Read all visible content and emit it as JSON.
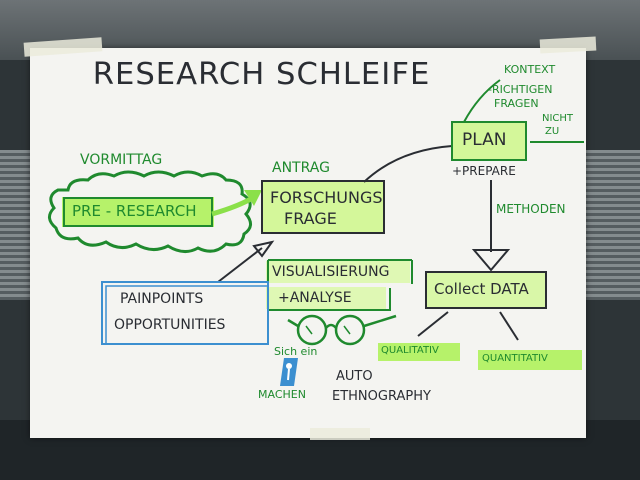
{
  "title": "RESEARCH SCHLEIFE",
  "nodes": {
    "vormittag": "VORMITTAG",
    "pre_research": "PRE - RESEARCH",
    "antrag": "ANTRAG",
    "forschungsfrage_line1": "FORSCHUNGS",
    "forschungsfrage_line2": "FRAGE",
    "kontext": "KONTEXT",
    "richtigen_line1": "-RICHTIGEN",
    "richtigen_line2": "FRAGEN",
    "nicht_line1": "NICHT",
    "nicht_line2": "ZU",
    "plan": "PLAN",
    "prepare": "+PREPARE",
    "methoden": "METHODEN",
    "collect_data": "Collect DATA",
    "qualitativ": "QUALITATIV",
    "quantitativ": "QUANTITATIV",
    "visualisierung": "VISUALISIERUNG",
    "analyse": "+ANALYSE",
    "painpoints": "PAINPOINTS",
    "opportunities": "OPPORTUNITIES",
    "sich_ein": "Sich ein",
    "machen": "MACHEN",
    "auto": "AUTO",
    "ethnography": "ETHNOGRAPHY"
  },
  "colors": {
    "ink_green": "#1f8a2e",
    "ink_black": "#2a2d33",
    "highlight": "#b6f26a",
    "ink_blue": "#3c8fd0"
  }
}
